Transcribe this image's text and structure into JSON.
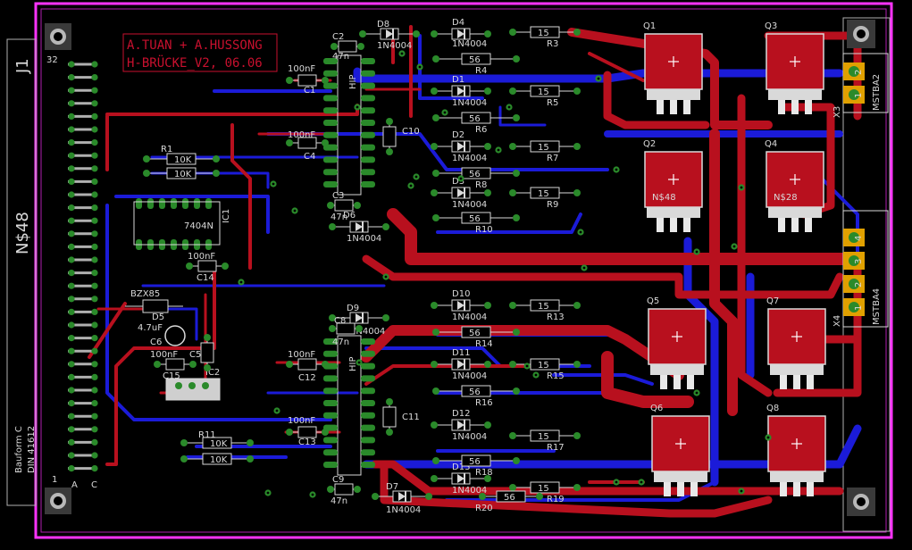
{
  "board": {
    "title_lines": [
      "A.TUAN + A.HUSSONG",
      "H-BRÜCKE_V2, 06.06"
    ],
    "connector": {
      "name": "J1",
      "value": "N$48",
      "pin_top": "32",
      "pin_bottom": "1",
      "rows": [
        "A",
        "C"
      ],
      "form": [
        "Bauform C",
        "DIN 41612"
      ]
    },
    "headers": [
      {
        "name": "X3",
        "value": "MSTBA2",
        "pins": [
          "2",
          "1"
        ]
      },
      {
        "name": "X4",
        "value": "MSTBA4",
        "pins": [
          "4",
          "3",
          "2",
          "1"
        ]
      }
    ],
    "transistors": [
      {
        "name": "Q1",
        "value": ""
      },
      {
        "name": "Q2",
        "value": "N$48"
      },
      {
        "name": "Q3",
        "value": ""
      },
      {
        "name": "Q4",
        "value": "N$28"
      },
      {
        "name": "Q5",
        "value": ""
      },
      {
        "name": "Q6",
        "value": ""
      },
      {
        "name": "Q7",
        "value": ""
      },
      {
        "name": "Q8",
        "value": ""
      }
    ],
    "diodes": [
      {
        "name": "D8",
        "value": "1N4004"
      },
      {
        "name": "D4",
        "value": "1N4004"
      },
      {
        "name": "D1",
        "value": "1N4004"
      },
      {
        "name": "D2",
        "value": "1N4004"
      },
      {
        "name": "D3",
        "value": "1N4004"
      },
      {
        "name": "D6",
        "value": "1N4004"
      },
      {
        "name": "D9",
        "value": "1N4004"
      },
      {
        "name": "D10",
        "value": "1N4004"
      },
      {
        "name": "D11",
        "value": "1N4004"
      },
      {
        "name": "D12",
        "value": "1N4004"
      },
      {
        "name": "D13",
        "value": "1N4004"
      },
      {
        "name": "D7",
        "value": "1N4004"
      }
    ],
    "zener": {
      "name": "D5",
      "value": "BZX85"
    },
    "resistors_gate": [
      {
        "name": "R3",
        "value": "15"
      },
      {
        "name": "R4",
        "value": "56"
      },
      {
        "name": "R5",
        "value": "15"
      },
      {
        "name": "R6",
        "value": "56"
      },
      {
        "name": "R7",
        "value": "15"
      },
      {
        "name": "R8",
        "value": "56"
      },
      {
        "name": "R9",
        "value": "15"
      },
      {
        "name": "R10",
        "value": "56"
      },
      {
        "name": "R13",
        "value": "15"
      },
      {
        "name": "R14",
        "value": "56"
      },
      {
        "name": "R15",
        "value": "15"
      },
      {
        "name": "R16",
        "value": "56"
      },
      {
        "name": "R17",
        "value": "15"
      },
      {
        "name": "R18",
        "value": "56"
      },
      {
        "name": "R19",
        "value": "15"
      },
      {
        "name": "R20",
        "value": "56"
      }
    ],
    "resistors_other": [
      {
        "name": "R1",
        "value": "10K"
      },
      {
        "name": "R2",
        "value": "10K"
      },
      {
        "name": "R11",
        "value": "10K"
      },
      {
        "name": "R12",
        "value": "10K"
      }
    ],
    "capacitors": [
      {
        "name": "C1",
        "value": "100nF"
      },
      {
        "name": "C2",
        "value": "47n"
      },
      {
        "name": "C3",
        "value": "47n"
      },
      {
        "name": "C4",
        "value": "100nF"
      },
      {
        "name": "C5",
        "value": "100nF"
      },
      {
        "name": "C6",
        "value": "4.7uF"
      },
      {
        "name": "C8",
        "value": "47n"
      },
      {
        "name": "C9",
        "value": "47n"
      },
      {
        "name": "C10",
        "value": "100nF"
      },
      {
        "name": "C11",
        "value": "100nF"
      },
      {
        "name": "C12",
        "value": "100nF"
      },
      {
        "name": "C13",
        "value": "100nF"
      },
      {
        "name": "C14",
        "value": "100nF"
      },
      {
        "name": "C15",
        "value": "100nF"
      }
    ],
    "ics": [
      {
        "name": "IC1",
        "value": "7404N"
      },
      {
        "name": "IC2",
        "value": ""
      },
      {
        "name": "HIP",
        "value": "HIP"
      }
    ]
  }
}
